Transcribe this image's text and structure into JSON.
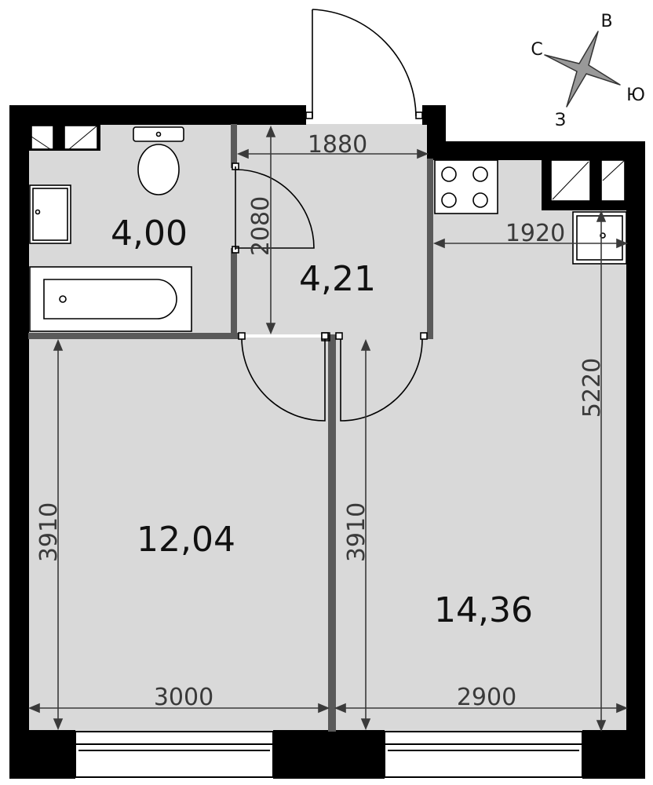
{
  "colors": {
    "floor": "#d9d9d9",
    "wall": "#000000",
    "partition": "#5a5a5a",
    "dimension_text": "#3a3a3a",
    "compass_fill": "#999999"
  },
  "rooms": [
    {
      "id": "bathroom",
      "area": "4,00"
    },
    {
      "id": "hallway",
      "area": "4,21"
    },
    {
      "id": "bedroom",
      "area": "12,04"
    },
    {
      "id": "kitchen_living",
      "area": "14,36"
    }
  ],
  "dimensions": {
    "hall_width": "1880",
    "hall_length": "2080",
    "kitchen_width": "1920",
    "kitchen_length": "5220",
    "bedroom_length": "3910",
    "living_length": "3910",
    "bedroom_width": "3000",
    "living_width": "2900"
  },
  "compass": {
    "north": "С",
    "east": "В",
    "south": "Ю",
    "west": "З"
  },
  "fixtures": [
    "toilet",
    "sink",
    "bathtub",
    "stove",
    "kitchen-sink",
    "wardrobe",
    "bath-cabinet"
  ]
}
